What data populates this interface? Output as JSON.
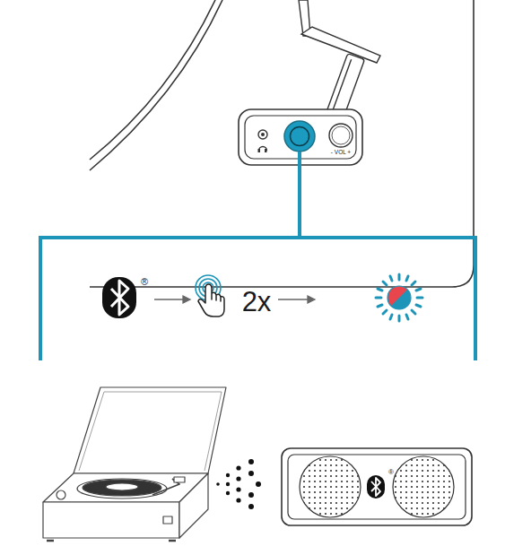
{
  "diagram": {
    "labels": [
      "- VOL +",
      "®",
      "2x",
      "®"
    ]
  }
}
